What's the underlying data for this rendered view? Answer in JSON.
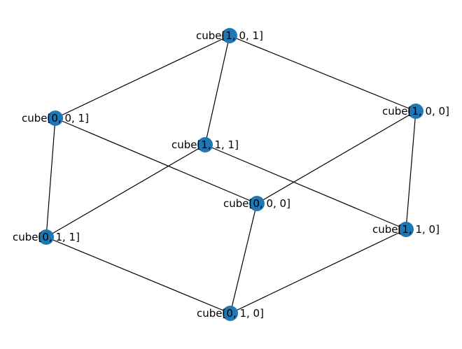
{
  "graph": {
    "node_color": "#1f77b4",
    "edge_color": "#000000",
    "nodes": [
      {
        "id": "101",
        "label": "cube[1, 0, 1]"
      },
      {
        "id": "001",
        "label": "cube[0, 0, 1]"
      },
      {
        "id": "100",
        "label": "cube[1, 0, 0]"
      },
      {
        "id": "111",
        "label": "cube[1, 1, 1]"
      },
      {
        "id": "000",
        "label": "cube[0, 0, 0]"
      },
      {
        "id": "011",
        "label": "cube[0, 1, 1]"
      },
      {
        "id": "110",
        "label": "cube[1, 1, 0]"
      },
      {
        "id": "010",
        "label": "cube[0, 1, 0]"
      }
    ],
    "edges": [
      [
        "101",
        "001"
      ],
      [
        "101",
        "100"
      ],
      [
        "101",
        "111"
      ],
      [
        "001",
        "011"
      ],
      [
        "001",
        "000"
      ],
      [
        "100",
        "110"
      ],
      [
        "100",
        "000"
      ],
      [
        "111",
        "011"
      ],
      [
        "111",
        "110"
      ],
      [
        "011",
        "010"
      ],
      [
        "110",
        "010"
      ],
      [
        "000",
        "010"
      ]
    ]
  }
}
